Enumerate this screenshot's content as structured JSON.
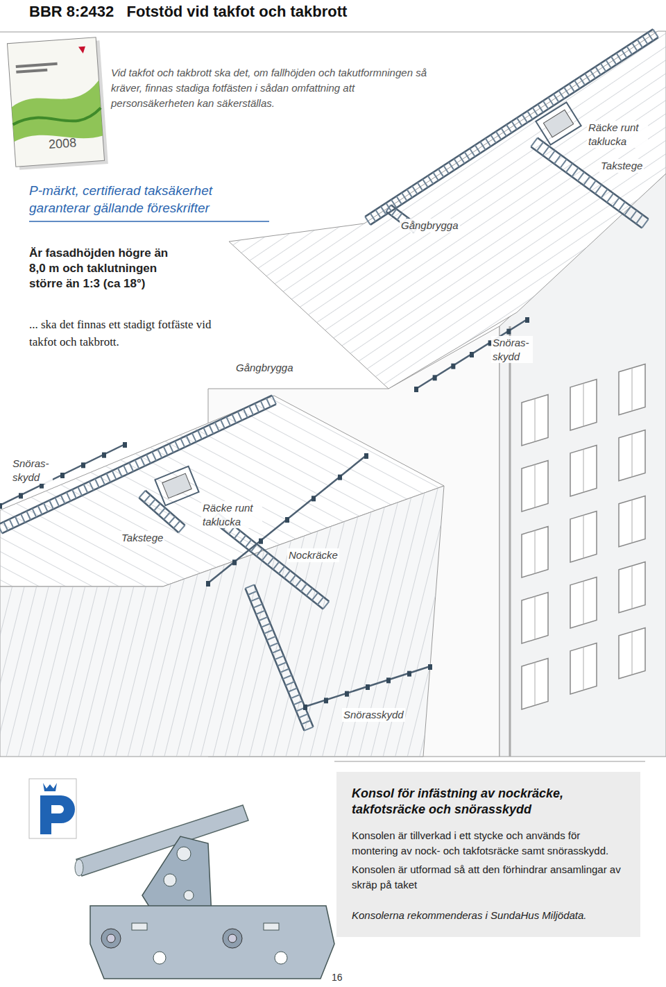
{
  "diagram": {
    "title": "BBR 8:2432   Fotstöd vid takfot och takbrott",
    "nodes": [
      {
        "text": [
          "Konsol för infästning av nockräcke, takfotsräcke och snörasskydd",
          "Konsolen är tillverkad i ett stycke och används för montering av nock- och takfotsräcke samt snörasskydd.",
          "Konsolen är utformad så att den förhindrar ansamlingar av skräp på taket",
          "Konsolerna rekommenderas i SundaHus Miljödata."
        ]
      }
    ],
    "labels": [
      "Vid takfot och takbrott ska det, om fallhöjden och takutformningen så kräver, finnas stadiga fotfästen i sådan omfattning att personsäkerheten kan säkerställas.",
      "P-märkt, certifierad taksäkerhet garanterar gällande föreskrifter",
      "Är fasadhöjden högre än 8,0 m och taklutningen större än 1:3 (ca 18°)",
      "... ska det finnas ett stadigt fotfäste vid takfot och takbrott.",
      "2008",
      "Räcke runt taklucka",
      "Takstege",
      "Gångbrygga",
      "Gångbrygga",
      "Snöras-skydd",
      "Snöras-skydd",
      "Takstege",
      "Räcke runt taklucka",
      "Nockräcke",
      "Snörasskydd",
      "16"
    ]
  }
}
